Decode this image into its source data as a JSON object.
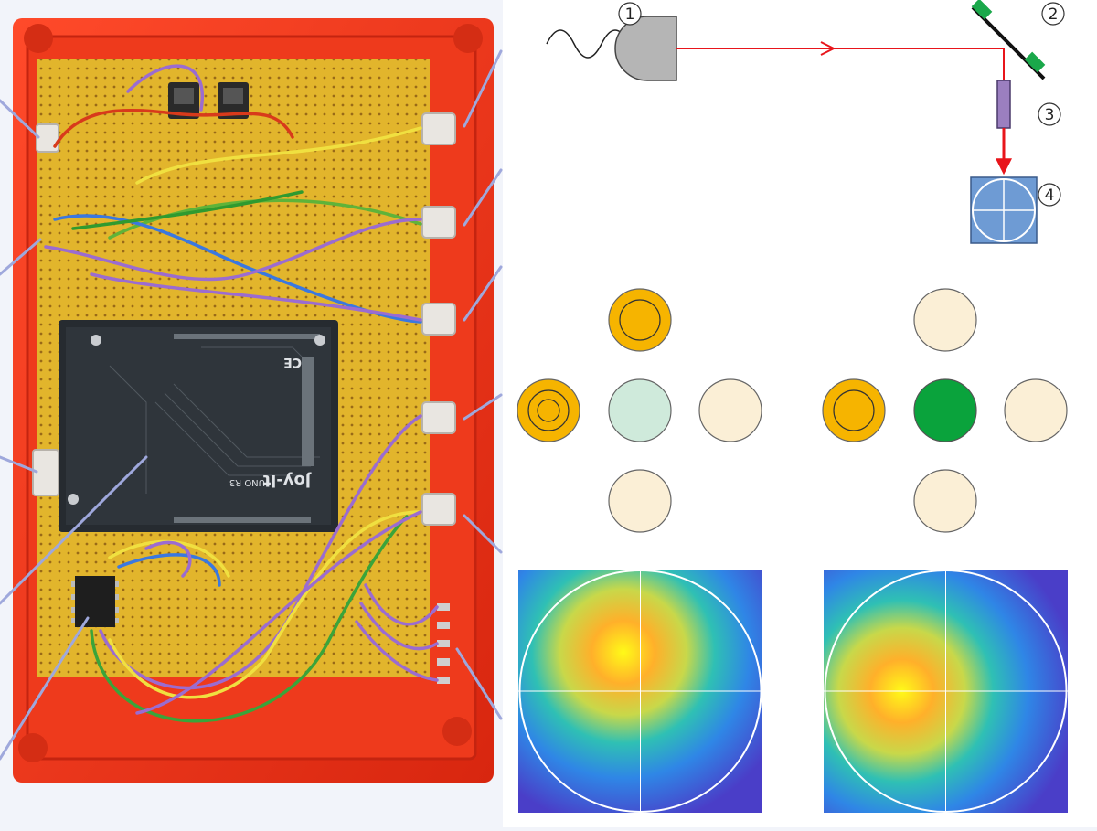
{
  "callouts": {
    "laser": "1",
    "mirror": "2",
    "filter": "3",
    "detector": "4"
  },
  "board_markings": {
    "brand": "joy-it",
    "model": "UNO R3",
    "ce_mark": "CE"
  },
  "colors": {
    "enclosure": "#e8321a",
    "perfboard": "#e0b830",
    "beam": "#e8151b",
    "mirror_mount": "#1aa84a",
    "filter": "#9b7fc0",
    "detector": "#6e9bd4",
    "led_amber": "#f6b400",
    "led_off": "#fbefd6",
    "led_green_dim": "#cfeadb",
    "led_green": "#0aa33c",
    "leader_line": "#9fa8dc"
  },
  "indicators": {
    "left_pattern": {
      "up": "amber-ring",
      "left": "amber-double-ring",
      "center": "green-dim",
      "right": "off",
      "down": "off"
    },
    "right_pattern": {
      "up": "off",
      "left": "amber-ring",
      "center": "green",
      "right": "off",
      "down": "off"
    }
  },
  "beam_maps": {
    "left": {
      "spot_center": [
        0.43,
        0.34
      ]
    },
    "right": {
      "spot_center": [
        0.32,
        0.5
      ]
    }
  }
}
